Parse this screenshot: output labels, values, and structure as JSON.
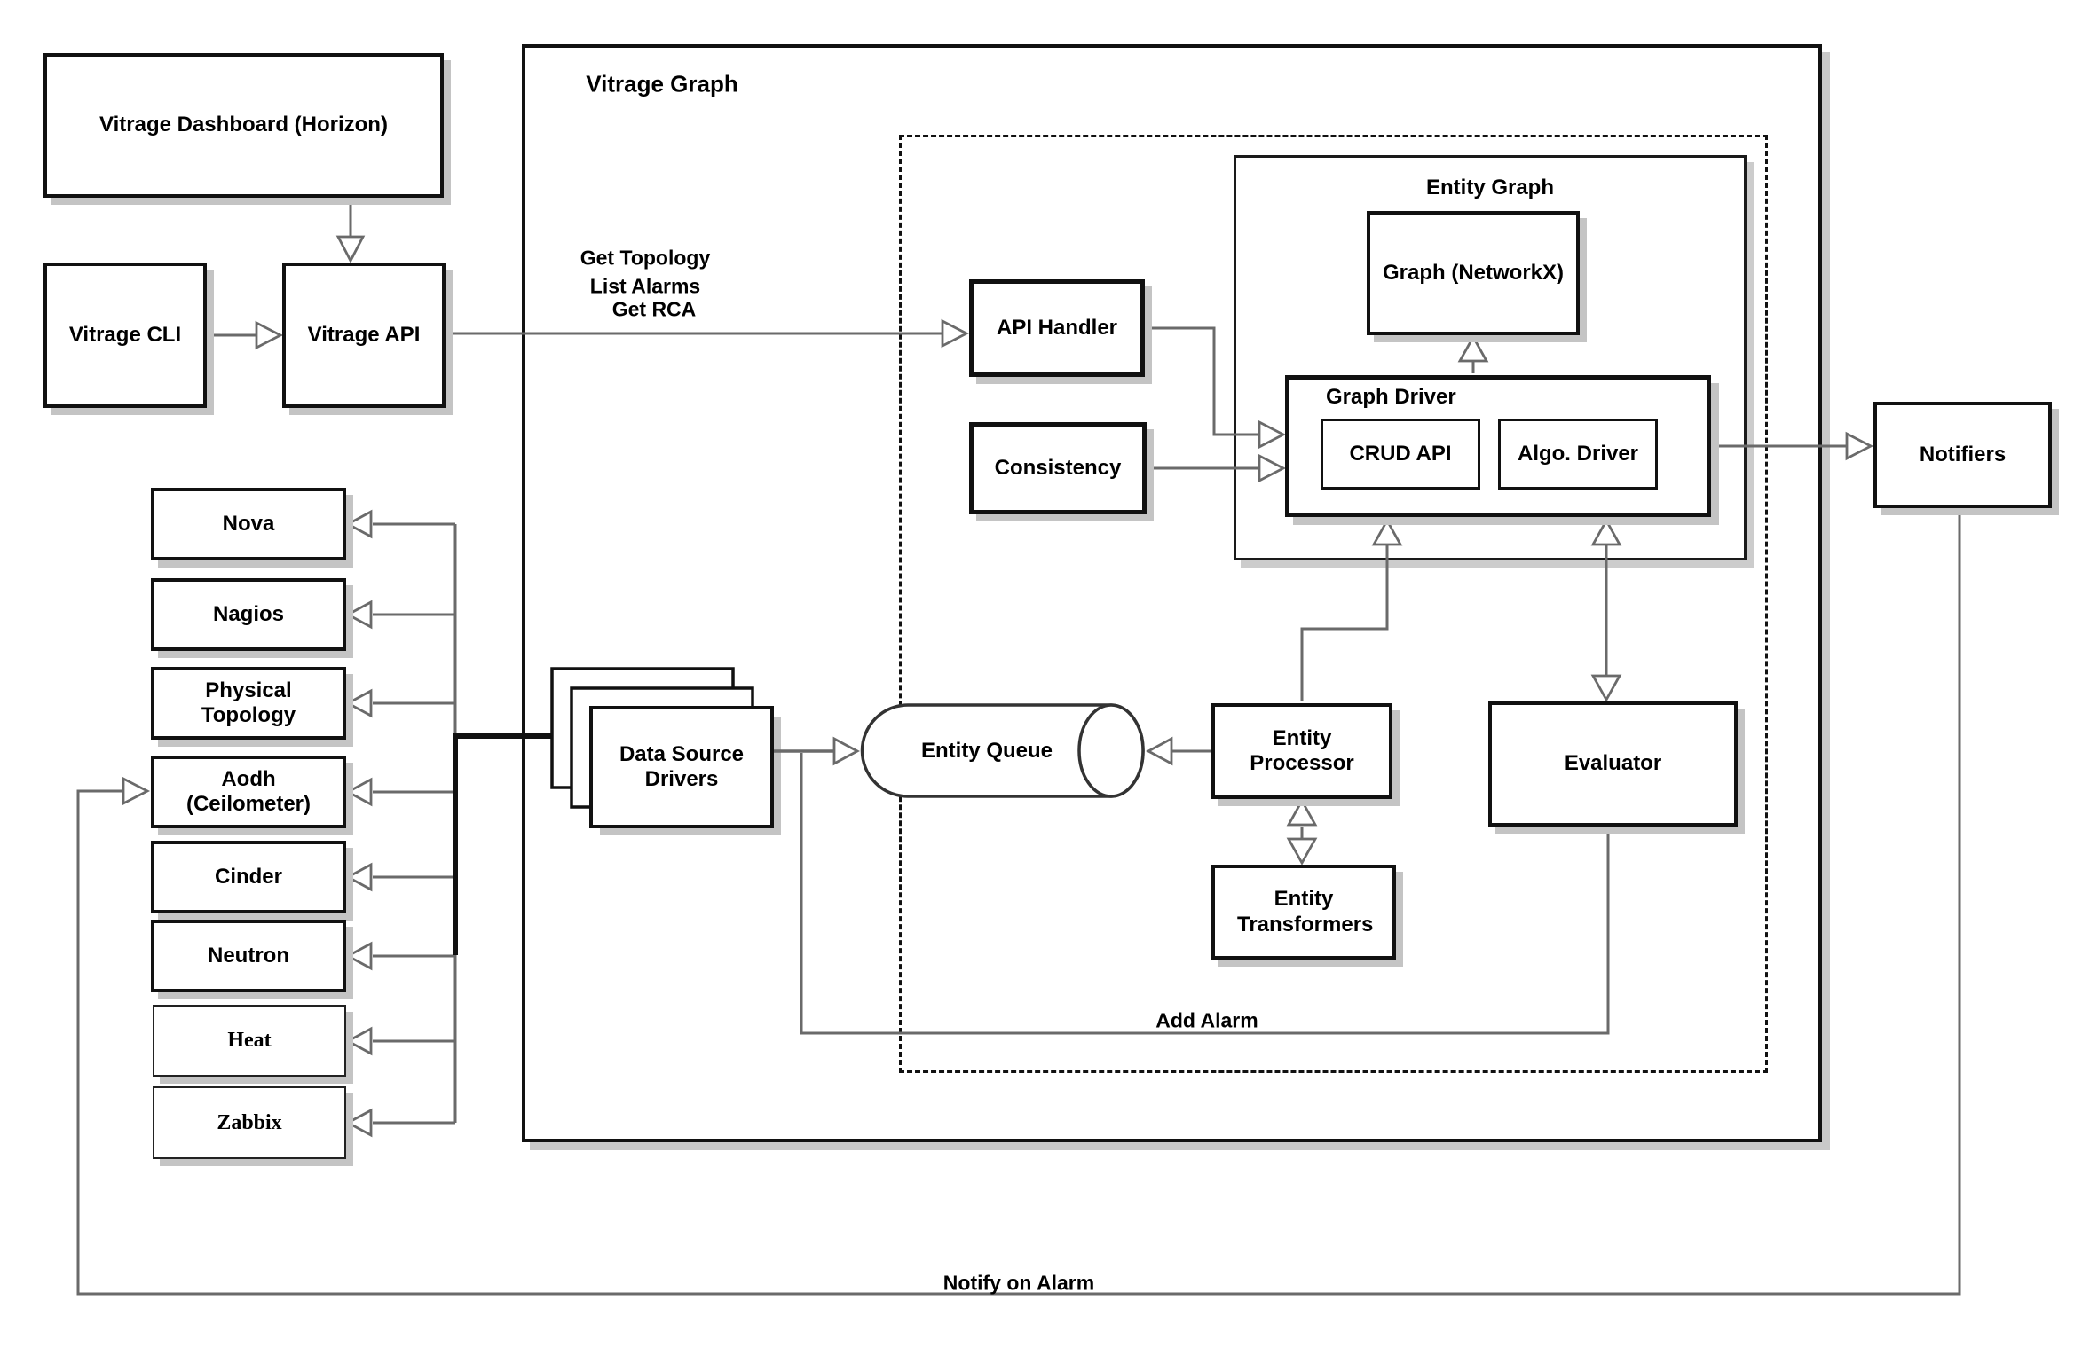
{
  "diagram": {
    "outer_title": "Vitrage Graph",
    "nodes": {
      "dashboard": "Vitrage Dashboard (Horizon)",
      "cli": "Vitrage CLI",
      "api": "Vitrage API",
      "api_handler": "API Handler",
      "consistency": "Consistency",
      "entity_graph": "Entity Graph",
      "graph_networkx": "Graph (NetworkX)",
      "graph_driver": "Graph Driver",
      "crud_api": "CRUD API",
      "algo_driver": "Algo. Driver",
      "data_source_drivers": "Data Source Drivers",
      "entity_queue": "Entity Queue",
      "entity_processor": "Entity Processor",
      "entity_transformers": "Entity Transformers",
      "evaluator": "Evaluator",
      "notifiers": "Notifiers"
    },
    "datasources": [
      {
        "label": "Nova"
      },
      {
        "label": "Nagios"
      },
      {
        "label": "Physical Topology"
      },
      {
        "label": "Aodh (Ceilometer)"
      },
      {
        "label": "Cinder"
      },
      {
        "label": "Neutron"
      },
      {
        "label": "Heat"
      },
      {
        "label": "Zabbix"
      }
    ],
    "edge_labels": {
      "get_topology": "Get Topology",
      "list_alarms": "List Alarms",
      "get_rca": "Get RCA",
      "add_alarm": "Add Alarm",
      "notify_on_alarm": "Notify on Alarm"
    },
    "colors": {
      "line": "#6a6a6a",
      "border": "#111111",
      "shadow": "#c4c4c4"
    }
  }
}
